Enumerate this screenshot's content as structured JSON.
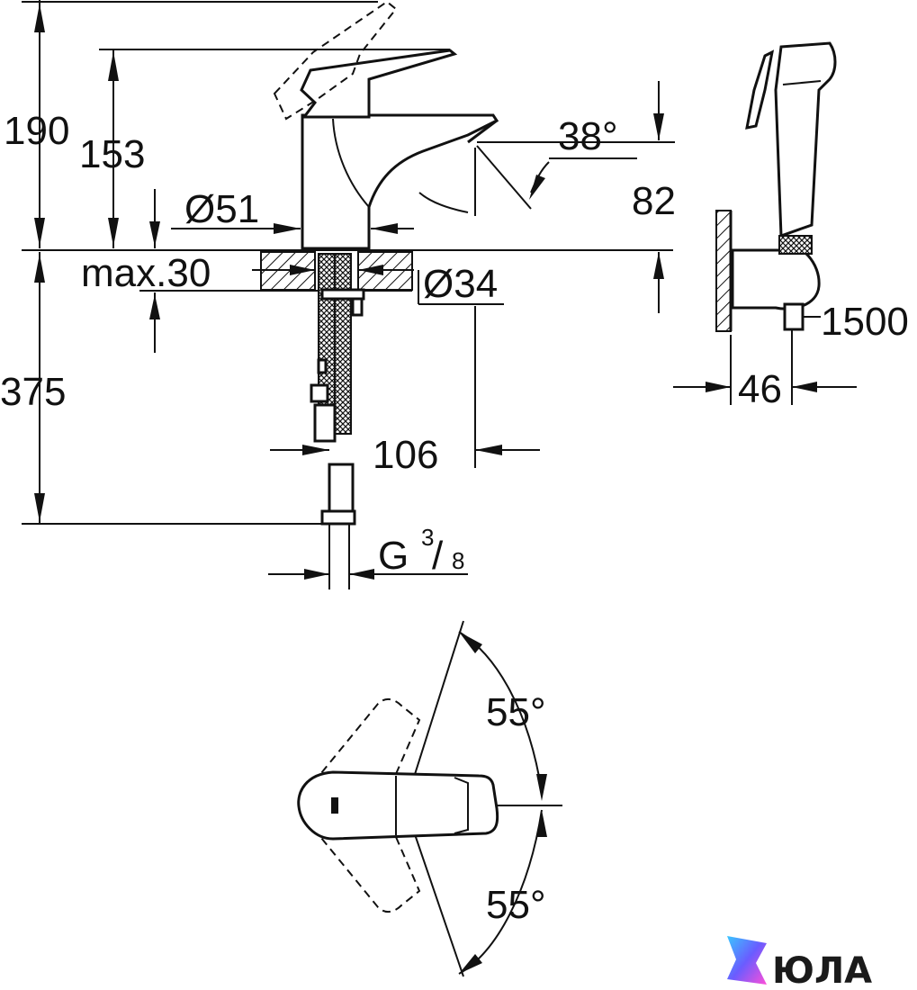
{
  "dimensions": {
    "total_height": "190",
    "spout_height": "153",
    "body_diameter": "Ø51",
    "max_deck_thickness": "max.30",
    "hole_diameter": "Ø34",
    "spout_angle": "38°",
    "spout_clearance": "82",
    "hose_length": "375",
    "projection": "106",
    "connection_prefix": "G",
    "connection_num": "3",
    "connection_den": "8",
    "shower_hose_length": "1500",
    "holder_depth": "46",
    "swing_left": "55°",
    "swing_right": "55°"
  },
  "brand": {
    "name": "ЮЛА"
  },
  "colors": {
    "line": "#111111",
    "background": "#ffffff",
    "logo_gradient": [
      "#3ac6ff",
      "#6a5cff",
      "#ff4fd8"
    ]
  }
}
